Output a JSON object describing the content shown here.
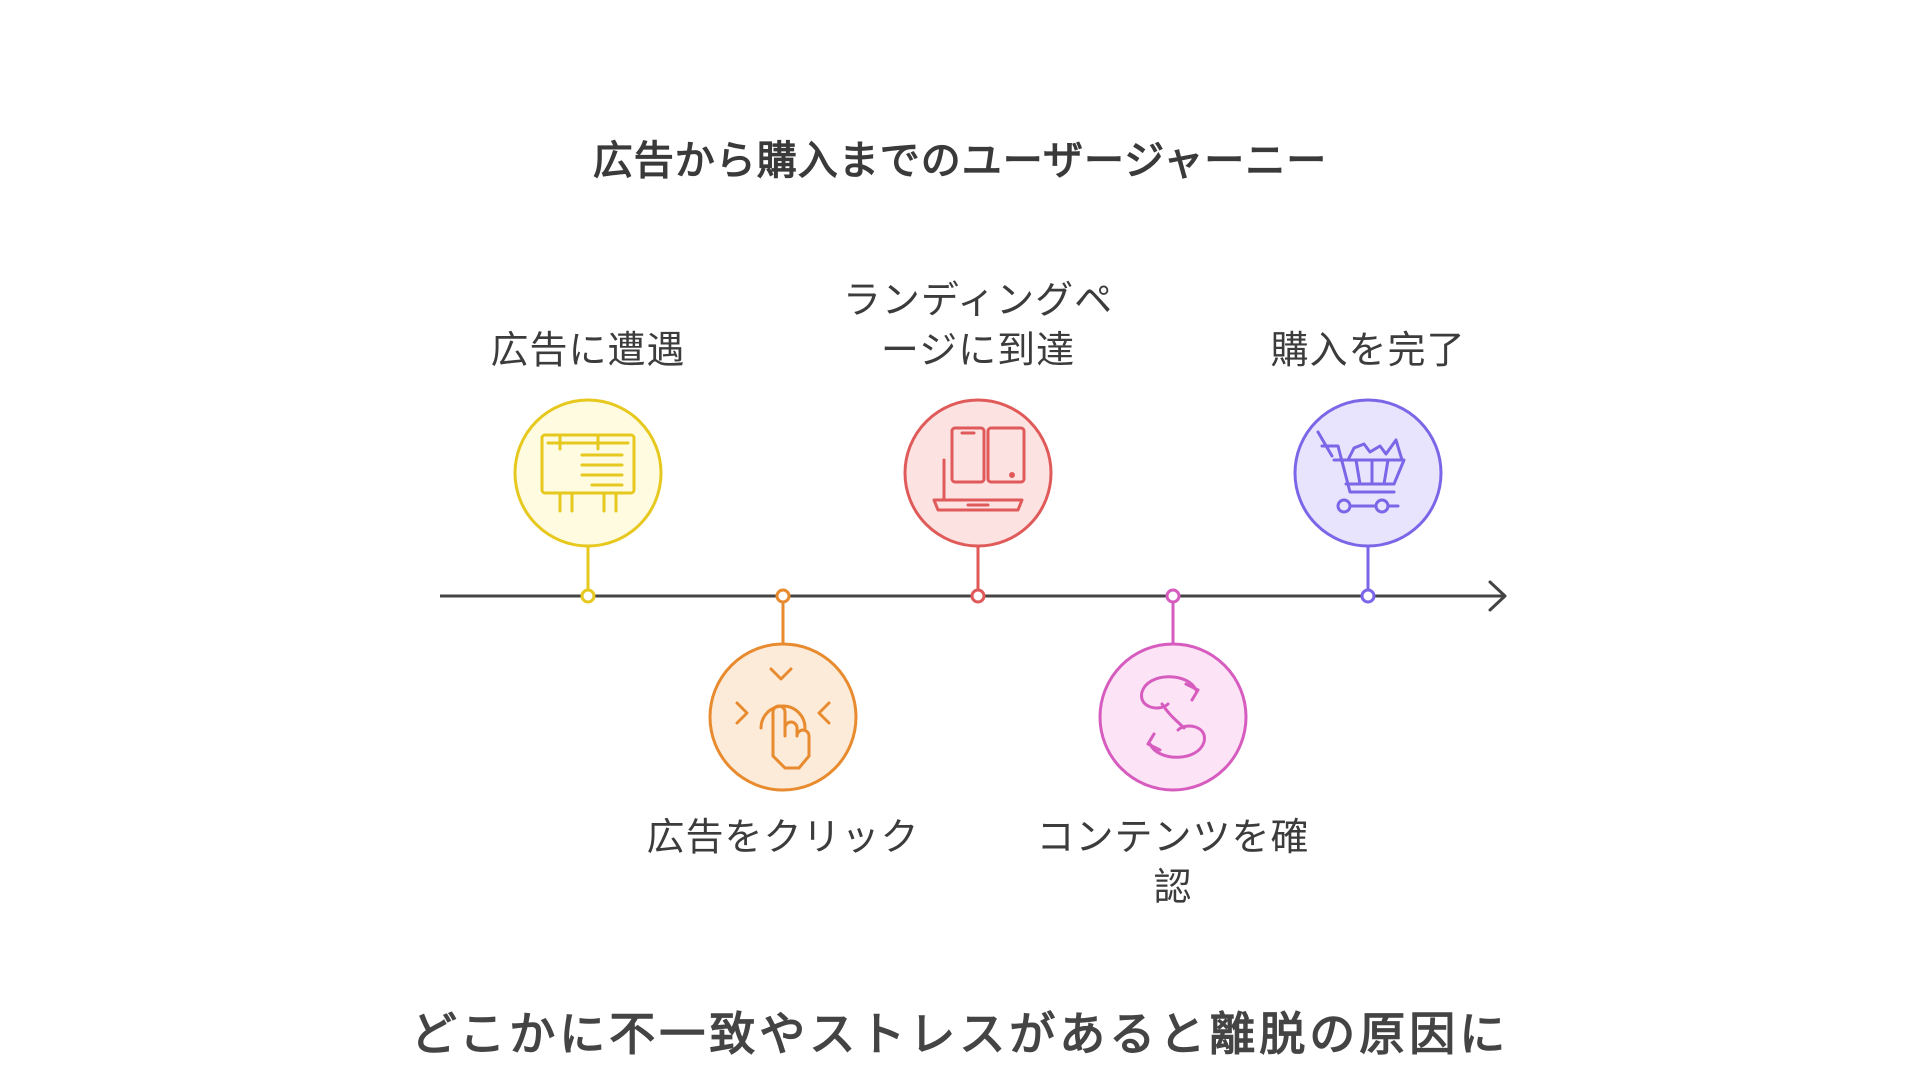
{
  "title": "広告から購入までのユーザージャーニー",
  "steps": [
    {
      "label": "広告に遭遇",
      "icon": "billboard-icon",
      "color": "#e6c81e",
      "fill": "#fffbe0"
    },
    {
      "label": "広告をクリック",
      "icon": "tap-click-icon",
      "color": "#e88a2e",
      "fill": "#fdebd9"
    },
    {
      "label": "ランディングペ\nージに到達",
      "icon": "devices-icon",
      "color": "#e05a5a",
      "fill": "#fde2e2"
    },
    {
      "label": "コンテンツを確\n認",
      "icon": "review-content-icon",
      "color": "#d65cbf",
      "fill": "#fce3f5"
    },
    {
      "label": "購入を完了",
      "icon": "shopping-cart-icon",
      "color": "#7b66e8",
      "fill": "#e8e4fd"
    }
  ],
  "caption": "どこかに不一致やストレスがあると離脱の原因に",
  "colors": {
    "axis": "#444444",
    "text": "#3c3c3c"
  }
}
